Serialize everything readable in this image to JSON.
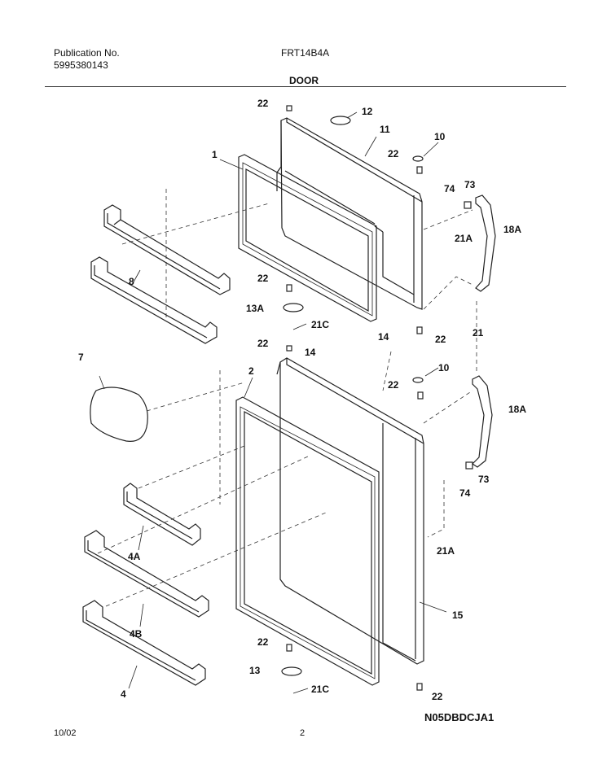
{
  "header": {
    "publication_label": "Publication No.",
    "publication_number": "5995380143",
    "model": "FRT14B4A",
    "section_title": "DOOR"
  },
  "callouts": {
    "c22a": "22",
    "c12": "12",
    "c11": "11",
    "c10a": "10",
    "c22b": "22",
    "c1": "1",
    "c74a": "74",
    "c73a": "73",
    "c18Aa": "18A",
    "c21Aa": "21A",
    "c8": "8",
    "c22c": "22",
    "c13A": "13A",
    "c21Ca": "21C",
    "c22d": "22",
    "c14a": "14",
    "c21": "21",
    "c22e": "22",
    "c14b": "14",
    "c7": "7",
    "c2": "2",
    "c10b": "10",
    "c22f": "22",
    "c18Ab": "18A",
    "c73b": "73",
    "c74b": "74",
    "c4A": "4A",
    "c21Ab": "21A",
    "c4B": "4B",
    "c15": "15",
    "c22g": "22",
    "c13": "13",
    "c21Cb": "21C",
    "c4": "4",
    "c22h": "22"
  },
  "footer": {
    "date": "10/02",
    "page": "2",
    "drawing_code": "N05DBDCJA1"
  }
}
